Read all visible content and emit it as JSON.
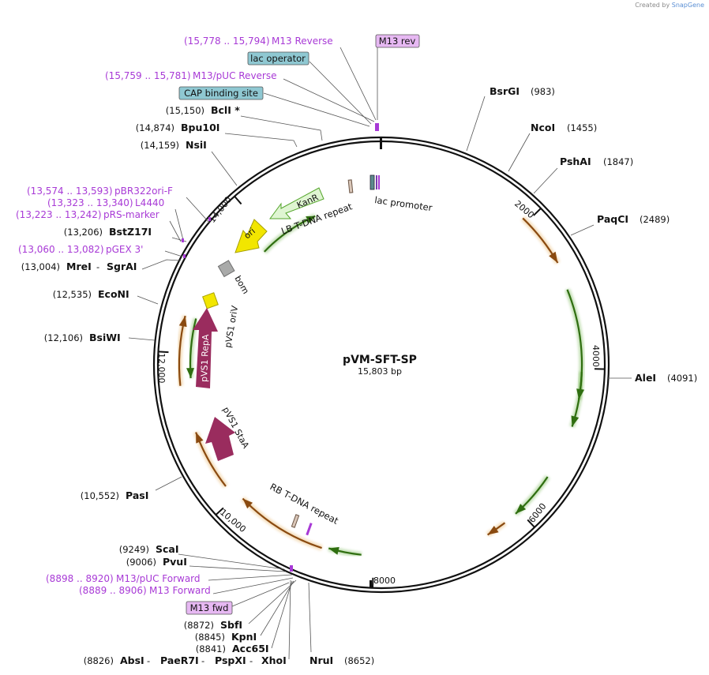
{
  "credit": {
    "prefix": "Created by",
    "brand": "SnapGene"
  },
  "plasmid": {
    "name": "pVM-SFT-SP",
    "size_label": "15,803 bp",
    "length": 15803
  },
  "ticks": [
    "2000",
    "4000",
    "6000",
    "8000",
    "10,000",
    "12,000",
    "14,000"
  ],
  "sites_right": [
    {
      "name": "BsrGI",
      "pos": "(983)"
    },
    {
      "name": "NcoI",
      "pos": "(1455)"
    },
    {
      "name": "PshAI",
      "pos": "(1847)"
    },
    {
      "name": "PaqCI",
      "pos": "(2489)"
    },
    {
      "name": "AleI",
      "pos": "(4091)"
    }
  ],
  "sites_left": [
    {
      "name": "BclI *",
      "pos": "(15,150)"
    },
    {
      "name": "Bpu10I",
      "pos": "(14,874)"
    },
    {
      "name": "NsiI",
      "pos": "(14,159)"
    },
    {
      "name": "BstZ17I",
      "pos": "(13,206)"
    },
    {
      "name": "MreI",
      "sep": " - ",
      "name2": "SgrAI",
      "pos": "(13,004)"
    },
    {
      "name": "EcoNI",
      "pos": "(12,535)"
    },
    {
      "name": "BsiWI",
      "pos": "(12,106)"
    },
    {
      "name": "PasI",
      "pos": "(10,552)"
    },
    {
      "name": "ScaI",
      "pos": "(9249)"
    },
    {
      "name": "PvuI",
      "pos": "(9006)"
    },
    {
      "name": "SbfI",
      "pos": "(8872)"
    },
    {
      "name": "KpnI",
      "pos": "(8845)"
    },
    {
      "name": "Acc65I",
      "pos": "(8841)"
    }
  ],
  "bottom_sites": {
    "pos": "(8826)",
    "names": [
      "AbsI",
      "PaeR7I",
      "PspXI",
      "XhoI"
    ],
    "sep": " - ",
    "nru_name": "NruI",
    "nru_pos": "(8652)"
  },
  "primers": [
    {
      "range": "(15,778 .. 15,794)",
      "name": "M13 Reverse"
    },
    {
      "range": "(15,759 .. 15,781)",
      "name": "M13/pUC Reverse"
    },
    {
      "range": "(13,574 .. 13,593)",
      "name": "pBR322ori-F"
    },
    {
      "range": "(13,323 .. 13,340)",
      "name": "L4440"
    },
    {
      "range": "(13,223 .. 13,242)",
      "name": "pRS-marker"
    },
    {
      "range": "(13,060 .. 13,082)",
      "name": "pGEX 3'"
    },
    {
      "range": "(8898 .. 8920)",
      "name": "M13/pUC Forward"
    },
    {
      "range": "(8889 .. 8906)",
      "name": "M13 Forward"
    }
  ],
  "boxed_labels": {
    "m13rev": "M13 rev",
    "lac_operator": "lac operator",
    "cap_site": "CAP binding site",
    "m13fwd": "M13 fwd"
  },
  "features": {
    "kanr": "KanR",
    "ori": "ori",
    "bom": "bom",
    "pvs1_oriv": "pVS1 oriV",
    "pvs1_repa": "pVS1 RepA",
    "pvs1_staa": "pVS1 StaA",
    "lb": "LB T-DNA repeat",
    "rb": "RB T-DNA repeat",
    "lac_promoter": "lac promoter"
  },
  "colors": {
    "backbone": "#111111",
    "primer": "#a83ad6",
    "cds_green": "#55a52c",
    "cds_orange": "#e0a040",
    "ori_yellow": "#f2e600",
    "pvs1": "#9a2c5e",
    "kanr_fill": "#dff5d2",
    "boxed_blue": "#8fc8d2",
    "boxed_pink": "#e6b8f2"
  }
}
